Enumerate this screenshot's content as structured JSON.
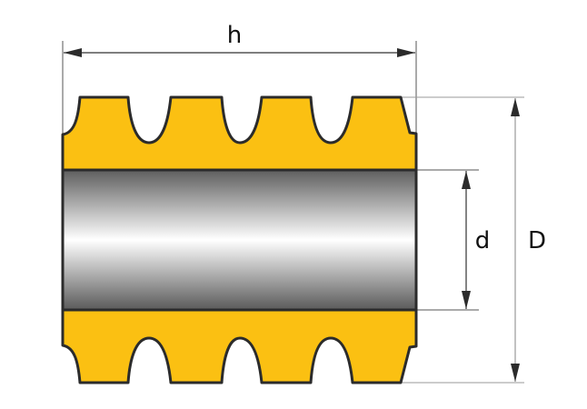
{
  "labels": {
    "length": "h",
    "inner_diameter": "d",
    "outer_diameter": "D"
  },
  "colors": {
    "profile_fill": "#FBC012",
    "outline": "#2b2b2b",
    "dimension_line": "#333333",
    "extension_line": "#999999"
  }
}
